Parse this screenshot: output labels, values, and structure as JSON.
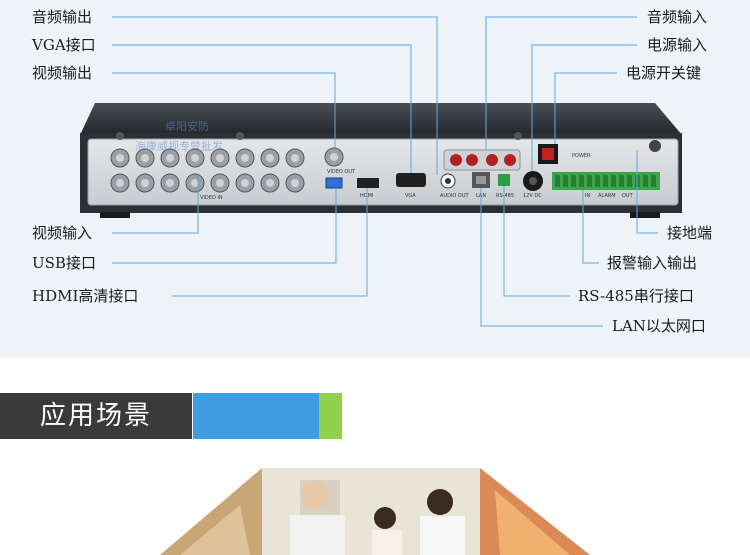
{
  "labels_left": {
    "audio_out": "音频输出",
    "vga": "VGA接口",
    "video_out": "视频输出",
    "video_in": "视频输入",
    "usb": "USB接口",
    "hdmi": "HDMI高清接口"
  },
  "labels_right": {
    "audio_in": "音频输入",
    "power_in": "电源输入",
    "power_switch": "电源开关键",
    "ground": "接地端",
    "alarm_io": "报警输入输出",
    "rs485": "RS-485串行接口",
    "lan": "LAN以太网口"
  },
  "panel_text": {
    "video_in": "VIDEO IN",
    "video_out": "VIDEO OUT",
    "vga": "VGA",
    "audio_out": "AUDIO OUT",
    "lan": "LAN",
    "rs485": "RS-485",
    "power_dc": "12V DC",
    "power": "POWER",
    "alarm": "ALARM",
    "in": "IN",
    "out": "OUT",
    "hdmi": "HDMI",
    "watermark_line1": "卓阳安防",
    "watermark_line2": "海康威视专营批发"
  },
  "section": {
    "title": "应用场景"
  },
  "colors": {
    "line": "#5aa9e6",
    "section_dark": "#3a3a3a",
    "section_blue": "#3f9ddf",
    "section_green": "#8fd14a"
  }
}
